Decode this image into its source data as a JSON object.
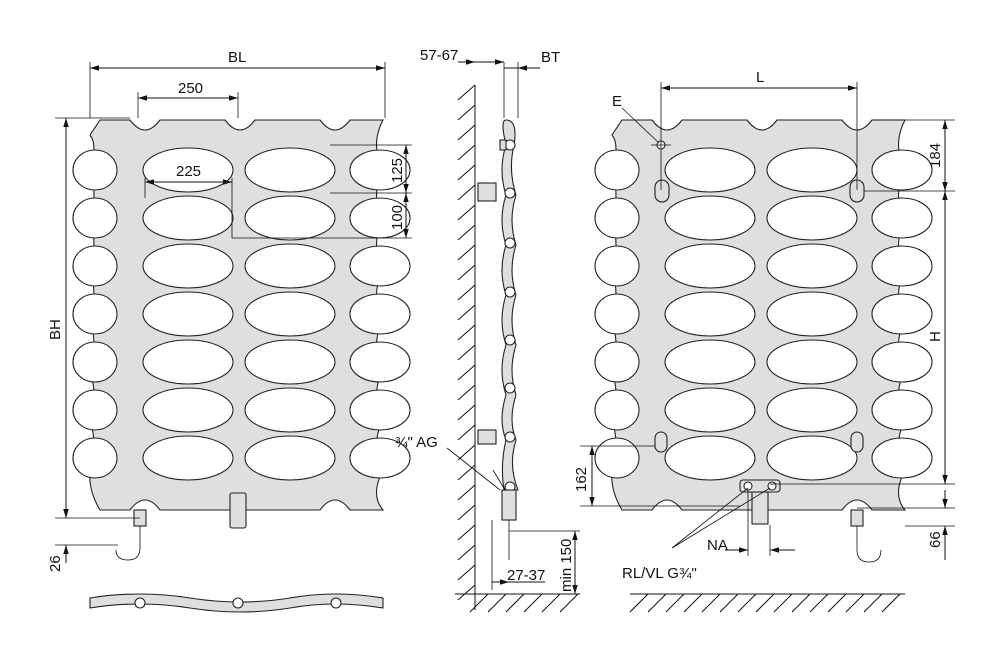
{
  "labels": {
    "bl": "BL",
    "d250": "250",
    "d225": "225",
    "d125": "125",
    "d100": "100",
    "bh": "BH",
    "d26": "26",
    "d5767": "57-67",
    "bt": "BT",
    "ag": "¾\" AG",
    "d2737": "27-37",
    "min150": "min 150",
    "l": "L",
    "e": "E",
    "d184": "184",
    "h": "H",
    "d162": "162",
    "d66": "66",
    "na": "NA",
    "rlvl": "RL/VL G¾\""
  }
}
